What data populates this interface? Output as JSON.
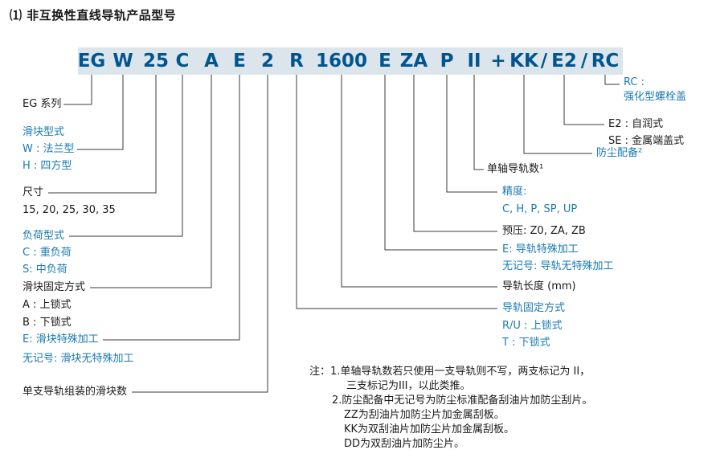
{
  "title": "⑴ 非互换性直线导轨产品型号",
  "model_code": {
    "segments": [
      "EG",
      "W",
      "25",
      "C",
      "A",
      "E",
      "2",
      "R",
      "1600",
      "E",
      "ZA",
      "P",
      "II",
      "+",
      "KK",
      "/",
      "E2",
      "/",
      "RC"
    ]
  },
  "left_labels": {
    "series": "EG 系列",
    "block_type": {
      "heading": "滑块型式",
      "w": "W : 法兰型",
      "h": "H : 四方型"
    },
    "size": {
      "heading": "尺寸",
      "values": "15, 20, 25, 30, 35"
    },
    "load_type": {
      "heading": "负荷型式",
      "c": "C : 重负荷",
      "s": "S: 中负荷"
    },
    "block_fix": {
      "heading": "滑块固定方式",
      "a": "A : 上锁式",
      "b": "B : 下锁式"
    },
    "block_special": {
      "heading": "E: 滑块特殊加工",
      "none": "无记号: 滑块无特殊加工"
    },
    "blocks_per_rail": "单支导轨组装的滑块数"
  },
  "right_labels": {
    "bolt_cover": {
      "code": "RC :",
      "desc": "强化型螺栓盖"
    },
    "end_cap": {
      "e2": "E2 : 自润式",
      "se": "SE : 金属端盖式"
    },
    "dust_proof": "防尘配备²",
    "rail_count": "单轴导轨数¹",
    "precision": {
      "heading": "精度:",
      "values": "C, H, P, SP, UP"
    },
    "preload": "预压: Z0, ZA, ZB",
    "rail_special": {
      "heading": "E: 导轨特殊加工",
      "none": "无记号: 导轨无特殊加工"
    },
    "rail_length": "导轨长度 (mm)",
    "rail_fix": {
      "heading": "导轨固定方式",
      "ru": "R/U : 上锁式",
      "t": "T : 下锁式"
    }
  },
  "notes": {
    "line1": "注：1.单轴导轨数若只使用一支导轨则不写，两支标记为 II，",
    "line2": "三支标记为III，以此类推。",
    "line3": "2.防尘配备中无记号为防尘标准配备刮油片加防尘刮片。",
    "line4": "ZZ为刮油片加防尘片加金属刮板。",
    "line5": "KK为双刮油片加防尘片加金属刮板。",
    "line6": "DD为双刮油片加防尘片。"
  },
  "colors": {
    "model_text": "#00558f",
    "band_background": "#dbe5eb",
    "accent_blue": "#1a7ab2",
    "text": "#1a1a1a",
    "line": "#3a3a3a"
  }
}
